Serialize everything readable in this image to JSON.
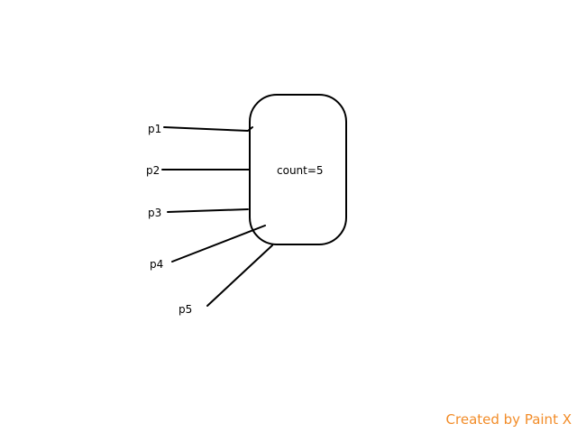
{
  "diagram": {
    "box_label": "count=5",
    "labels": [
      "p1",
      "p2",
      "p3",
      "p4",
      "p5"
    ],
    "stroke_color": "#000000"
  },
  "watermark": {
    "text": "Created by Paint X",
    "color": "#f28c28"
  }
}
